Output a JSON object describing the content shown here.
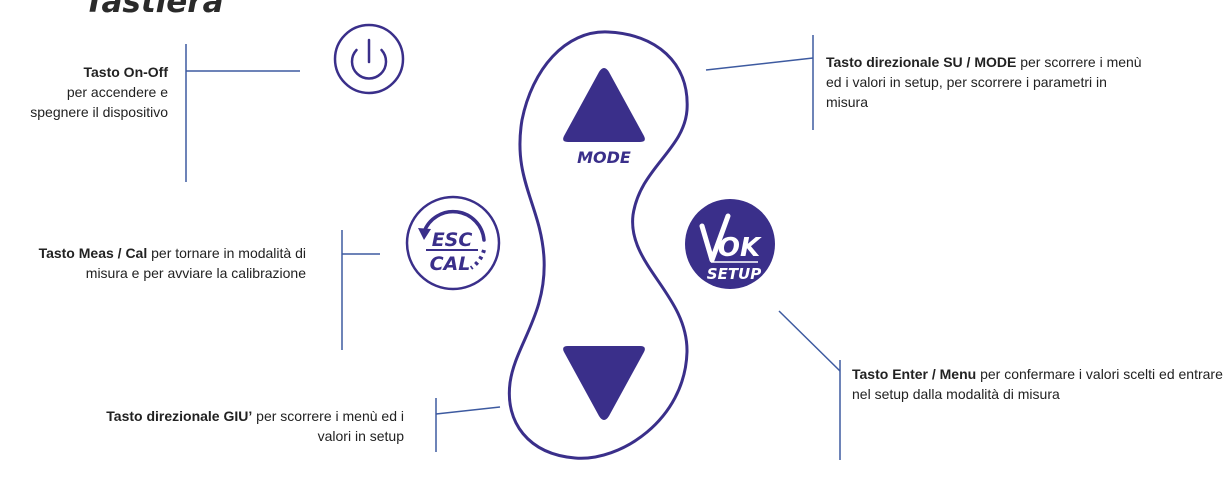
{
  "title": "Tastiera",
  "colors": {
    "accent": "#3a2f8a",
    "leader_line": "#3d5aa0",
    "text": "#222222"
  },
  "keys": {
    "power": {
      "icon": "power-icon"
    },
    "up": {
      "icon": "triangle-up-icon",
      "caption": "MODE"
    },
    "down": {
      "icon": "triangle-down-icon"
    },
    "esc_cal": {
      "icon": "esc-cal-icon",
      "top": "ESC",
      "bottom": "CAL"
    },
    "ok_setup": {
      "icon": "check-ok-icon",
      "top": "OK",
      "bottom": "SETUP"
    }
  },
  "labels": {
    "on_off": {
      "lead": "Tasto On-Off",
      "body": "per accendere e spegnere il dispositivo"
    },
    "meas_cal": {
      "lead": "Tasto Meas / Cal",
      "body": "per tornare in modalità di misura e per avviare la calibrazione"
    },
    "down": {
      "lead": "Tasto direzionale GIU’",
      "body": "per scorrere i menù ed i valori in setup"
    },
    "up": {
      "lead": "Tasto direzionale SU / MODE",
      "body": "per scorrere i menù ed i valori in setup, per scorrere i parametri in misura"
    },
    "enter": {
      "lead": "Tasto Enter / Menu",
      "body": "per confermare i valori scelti ed entrare nel setup dalla modalità di misura"
    }
  }
}
